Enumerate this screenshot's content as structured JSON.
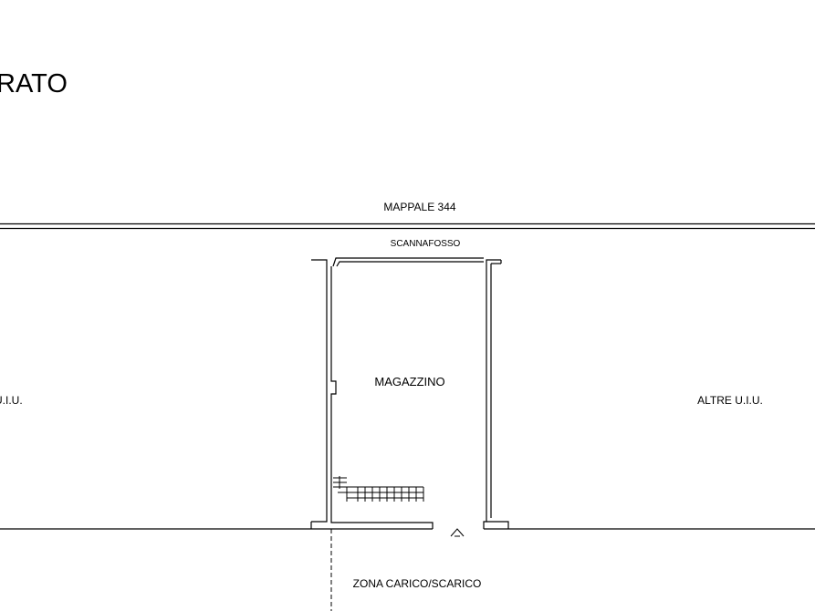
{
  "plan": {
    "title": "RATO",
    "labels": {
      "mappale": "MAPPALE 344",
      "scannafosso": "SCANNAFOSSO",
      "magazzino": "MAGAZZINO",
      "altre_left": "U.I.U.",
      "altre_right": "ALTRE U.I.U.",
      "zona": "ZONA CARICO/SCARICO"
    },
    "colors": {
      "line": "#000000",
      "background": "#ffffff"
    }
  }
}
